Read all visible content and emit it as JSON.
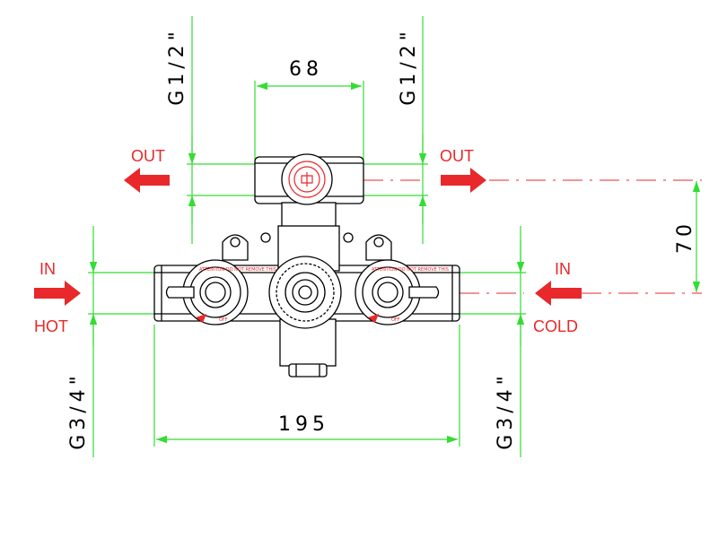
{
  "dimensions": {
    "top_width": "68",
    "bottom_width": "195",
    "outlet_offset": "70",
    "top_left_thread": "G1/2\"",
    "top_right_thread": "G1/2\"",
    "bottom_left_thread": "G3/4\"",
    "bottom_right_thread": "G3/4\""
  },
  "flow_labels": {
    "out_left": "OUT",
    "out_right": "OUT",
    "in_left": "IN",
    "hot": "HOT",
    "in_right": "IN",
    "cold": "COLD"
  },
  "valve_markings": {
    "left_ring": "ATTENTION DO NOT REMOVE THIS",
    "right_ring": "ATTENTION DO NOT REMOVE THIS",
    "off_left": "OFF",
    "off_right": "OFF"
  },
  "colors": {
    "dimension_line": "#33dd33",
    "annotation": "#e8282a",
    "outline": "#000000"
  }
}
